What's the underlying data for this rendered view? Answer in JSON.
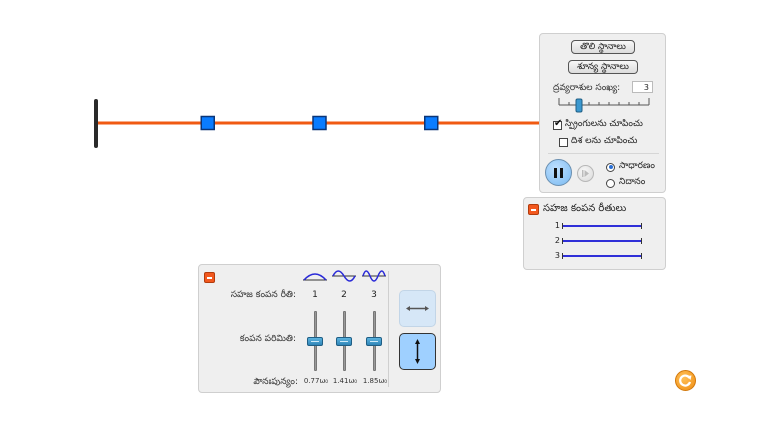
{
  "chain": {
    "mass_count": 3,
    "spring_color": "#f05a12",
    "mass_color": "#0a7cff",
    "wall_color": "#2a2a2a"
  },
  "control_panel": {
    "initial_positions_label": "తొలి స్థానాలు",
    "zero_positions_label": "శూన్య స్థానాలు",
    "num_masses_label": "ద్రవ్యరాశుల సంఖ్య:",
    "num_masses_value": "3",
    "num_masses_slider": {
      "min": 1,
      "max": 10,
      "value": 3
    },
    "show_springs_label": "స్ప్రింగులను చూపించు",
    "show_springs_checked": true,
    "show_vectors_label": "దిశ లను చూపించు",
    "show_vectors_checked": false,
    "playing": true,
    "speed_options": [
      {
        "label": "సాధారణం",
        "selected": true
      },
      {
        "label": "నిదానం",
        "selected": false
      }
    ]
  },
  "modes_panel": {
    "title": "సహజ కంపన రీతులు",
    "modes": [
      "1",
      "2",
      "3"
    ],
    "mode_color": "#2f2fd8"
  },
  "amplitude_panel": {
    "mode_label": "సహజ కంపన రీతి:",
    "amplitude_label": "కంపన పరిమితి:",
    "frequency_label": "పౌనఃపున్యం:",
    "columns": [
      {
        "mode": "1",
        "amplitude": 0,
        "frequency": "0.77ω₀"
      },
      {
        "mode": "2",
        "amplitude": 0,
        "frequency": "1.41ω₀"
      },
      {
        "mode": "3",
        "amplitude": 0,
        "frequency": "1.85ω₀"
      }
    ],
    "direction": "vertical"
  },
  "icons": {
    "reset": "reset-icon",
    "play_pause": "pause-icon",
    "step": "step-forward-icon",
    "horizontal": "horizontal-arrow-icon",
    "vertical": "vertical-arrow-icon"
  }
}
